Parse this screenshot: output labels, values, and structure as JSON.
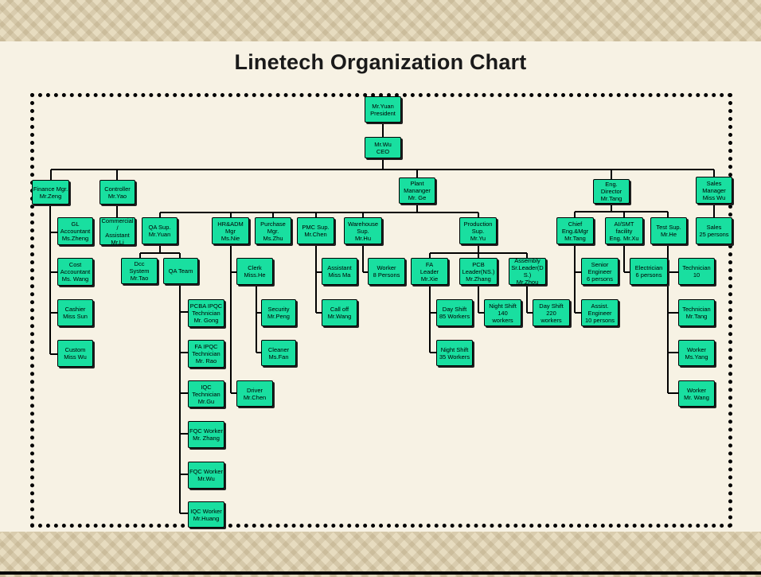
{
  "title": "Linetech Organization Chart",
  "nodes": {
    "president": [
      "Mr.Yuan",
      "President"
    ],
    "ceo": [
      "Mr.Wu",
      "CEO"
    ],
    "finance": [
      "Finance Mgr.",
      "Mr.Zeng"
    ],
    "gl": [
      "GL",
      "Accountant",
      "Ms.Zheng"
    ],
    "cost": [
      "Cost",
      "Accountant",
      "Ms. Wang"
    ],
    "cashier": [
      "Cashier",
      "Miss Sun"
    ],
    "custom": [
      "Custom",
      "Miss Wu"
    ],
    "controller": [
      "Controller",
      "Mr.Yao"
    ],
    "commercial": [
      "Commercial",
      "/",
      "Assistant",
      "Mr.Li"
    ],
    "plant": [
      "Plant",
      "Mananger",
      "Mr. Ge"
    ],
    "qa_sup": [
      "QA Sup.",
      "Mr.Yuan"
    ],
    "dcc": [
      "Dcc",
      "System",
      "Mr.Tao"
    ],
    "qa_team": [
      "QA Team"
    ],
    "pcba_ipqc": [
      "PCBA IPQC",
      "Technician",
      "Mr. Gong"
    ],
    "fa_ipqc": [
      "FA IPQC",
      "Technician",
      "Mr. Rao"
    ],
    "iqc": [
      "IQC",
      "Technician",
      "Mr.Gu"
    ],
    "fqc1": [
      "FQC Worker",
      "Mr. Zhang"
    ],
    "fqc2": [
      "FQC Worker",
      "Mr.Wu"
    ],
    "iqc_worker": [
      "IQC Worker",
      "Mr.Huang"
    ],
    "hr": [
      "HR&ADM",
      "Mgr",
      "Ms.Nie"
    ],
    "clerk": [
      "Clerk",
      "Miss.He"
    ],
    "security": [
      "Security",
      "Mr.Peng"
    ],
    "cleaner": [
      "Cleaner",
      "Ms.Fan"
    ],
    "driver": [
      "Driver",
      "Mr.Chen"
    ],
    "purchase": [
      "Purchase",
      "Mgr.",
      "Ms.Zhu"
    ],
    "pmc": [
      "PMC Sup.",
      "Mr.Chen"
    ],
    "pmc_asst": [
      "Assistant",
      "Miss Ma"
    ],
    "calloff": [
      "Call off",
      "Mr.Wang"
    ],
    "warehouse": [
      "Warehouse",
      "Sup.",
      "Mr.Hu"
    ],
    "wh_worker": [
      "Worker",
      "8 Persons"
    ],
    "production": [
      "Production",
      "Sup.",
      "Mr.Yu"
    ],
    "fa_leader": [
      "FA",
      "Leader",
      "Mr.Xie"
    ],
    "fa_day": [
      "Day Shift",
      "85 Workers"
    ],
    "fa_night": [
      "Night Shift",
      "35 Workers"
    ],
    "pcb_leader": [
      "PCB",
      "Leader(NS.)",
      "Mr.Zhang"
    ],
    "pcb_night": [
      "Night Shift",
      "140",
      "workers"
    ],
    "assembly": [
      "Assembly",
      "Sr.Leader(D",
      "S.)",
      "Mr.Zhou"
    ],
    "asm_day": [
      "Day Shift",
      "220",
      "workers"
    ],
    "eng": [
      "Eng.",
      "Director",
      "Mr.Tang"
    ],
    "chief": [
      "Chief",
      "Eng.&Mgr",
      "Mr.Tang"
    ],
    "senior": [
      "Senior",
      "Engineer",
      "6 persons"
    ],
    "assist_eng": [
      "Assist.",
      "Engineer",
      "10 persons"
    ],
    "ai_smt": [
      "AI/SMT",
      "facility",
      "Eng. Mr.Xu"
    ],
    "electrician": [
      "Electrician",
      "6 persons"
    ],
    "test": [
      "Test Sup.",
      "Mr.He"
    ],
    "tech10": [
      "Technician",
      "10"
    ],
    "tech_tang": [
      "Technician",
      "Mr.Tang"
    ],
    "worker_yang": [
      "Worker",
      "Ms.Yang"
    ],
    "worker_wang": [
      "Worker",
      "Mr. Wang"
    ],
    "sales_mgr": [
      "Sales",
      "Manager",
      "Miss Wu"
    ],
    "sales": [
      "Sales",
      "25 persons"
    ]
  }
}
